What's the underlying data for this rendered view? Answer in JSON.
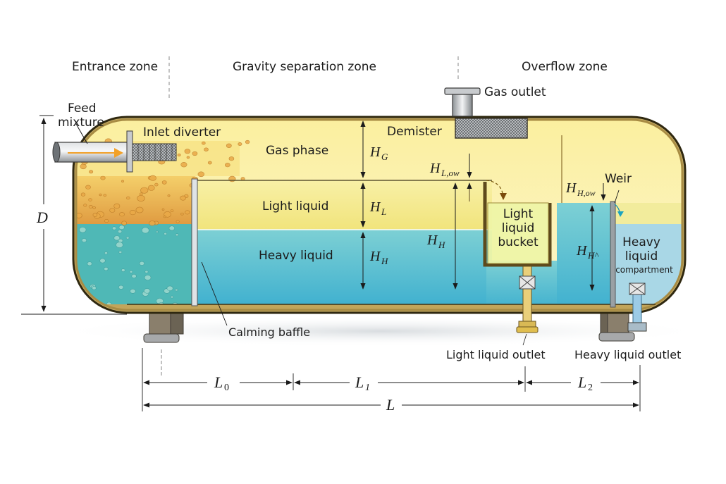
{
  "zones": {
    "entrance": "Entrance zone",
    "gravity": "Gravity separation zone",
    "overflow": "Overflow zone"
  },
  "labels": {
    "feed_line1": "Feed",
    "feed_line2": "mixture",
    "inlet_diverter": "Inlet diverter",
    "gas_outlet": "Gas outlet",
    "demister": "Demister",
    "gas_phase": "Gas phase",
    "light_liquid": "Light liquid",
    "heavy_liquid": "Heavy liquid",
    "bucket_line1": "Light",
    "bucket_line2": "liquid",
    "bucket_line3": "bucket",
    "weir": "Weir",
    "heavy_comp_line1": "Heavy",
    "heavy_comp_line2": "liquid",
    "heavy_comp_line3": "compartment",
    "calming_baffle": "Calming baffle",
    "light_outlet": "Light liquid outlet",
    "heavy_outlet": "Heavy liquid outlet"
  },
  "symbols": {
    "D": "D",
    "HG_main": "H",
    "HG_sub": "G",
    "HL_main": "H",
    "HL_sub": "L",
    "HH_main": "H",
    "HH_sub": "H",
    "HLow_main": "H",
    "HLow_sub": "L,ow",
    "HH2_main": "H",
    "HH2_sub": "H",
    "HHow_main": "H",
    "HHow_sub": "H,ow",
    "HH3_main": "H",
    "HH3_sub": "H^",
    "L0_main": "L",
    "L0_sub": "0",
    "L1_main": "L",
    "L1_sub": "1",
    "L2_main": "L",
    "L2_sub": "2",
    "L": "L"
  },
  "colors": {
    "gas": "#fbf3b8",
    "light_liquid": "#f3e78a",
    "heavy_liquid": "#63c3d1",
    "shell": "#3d3214",
    "shell_inner": "#b79a4f",
    "orange_mix": "#e7a84b",
    "arrow": "#f2a128"
  }
}
